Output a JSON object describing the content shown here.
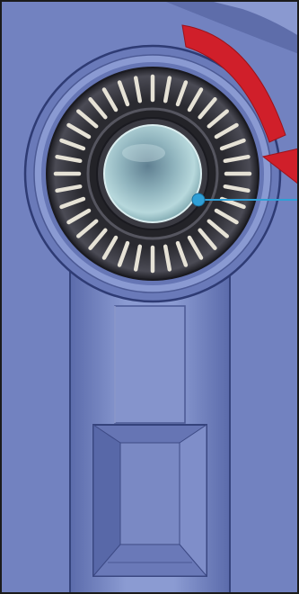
{
  "illustration": {
    "subject": "dryer-nozzle-dial",
    "vent_slot_count": 36,
    "colors": {
      "body": "#7b8bc6",
      "body_light": "#93a3d8",
      "body_dark": "#5f6faf",
      "outline": "#2d3a73",
      "dial_face": "#2b2a33",
      "vent_slot": "#e6e2d6",
      "lens": "#9cc4cc",
      "rotation_arrow": "#d01f2a",
      "callout": "#2f9fd6",
      "frame_border": "#1b1b1b"
    },
    "icons": {
      "rotation": "curved-arrow-clockwise",
      "pointer": "callout-leader-line"
    }
  }
}
